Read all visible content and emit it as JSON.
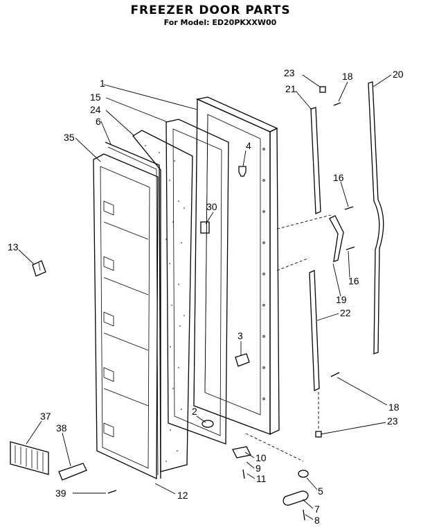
{
  "header": {
    "title": "FREEZER DOOR PARTS",
    "subtitle": "For Model: ED20PKXXW00"
  },
  "callouts": [
    {
      "id": "c1",
      "label": "1"
    },
    {
      "id": "c15",
      "label": "15"
    },
    {
      "id": "c24",
      "label": "24"
    },
    {
      "id": "c6",
      "label": "6"
    },
    {
      "id": "c35",
      "label": "35"
    },
    {
      "id": "c4",
      "label": "4"
    },
    {
      "id": "c30",
      "label": "30"
    },
    {
      "id": "c13",
      "label": "13"
    },
    {
      "id": "c3",
      "label": "3"
    },
    {
      "id": "c2",
      "label": "2"
    },
    {
      "id": "c23a",
      "label": "23"
    },
    {
      "id": "c18a",
      "label": "18"
    },
    {
      "id": "c21",
      "label": "21"
    },
    {
      "id": "c20",
      "label": "20"
    },
    {
      "id": "c16a",
      "label": "16"
    },
    {
      "id": "c16b",
      "label": "16"
    },
    {
      "id": "c19",
      "label": "19"
    },
    {
      "id": "c22",
      "label": "22"
    },
    {
      "id": "c18b",
      "label": "18"
    },
    {
      "id": "c23b",
      "label": "23"
    },
    {
      "id": "c37",
      "label": "37"
    },
    {
      "id": "c38",
      "label": "38"
    },
    {
      "id": "c39",
      "label": "39"
    },
    {
      "id": "c12",
      "label": "12"
    },
    {
      "id": "c10",
      "label": "10"
    },
    {
      "id": "c9",
      "label": "9"
    },
    {
      "id": "c11",
      "label": "11"
    },
    {
      "id": "c5",
      "label": "5"
    },
    {
      "id": "c7",
      "label": "7"
    },
    {
      "id": "c8",
      "label": "8"
    }
  ]
}
